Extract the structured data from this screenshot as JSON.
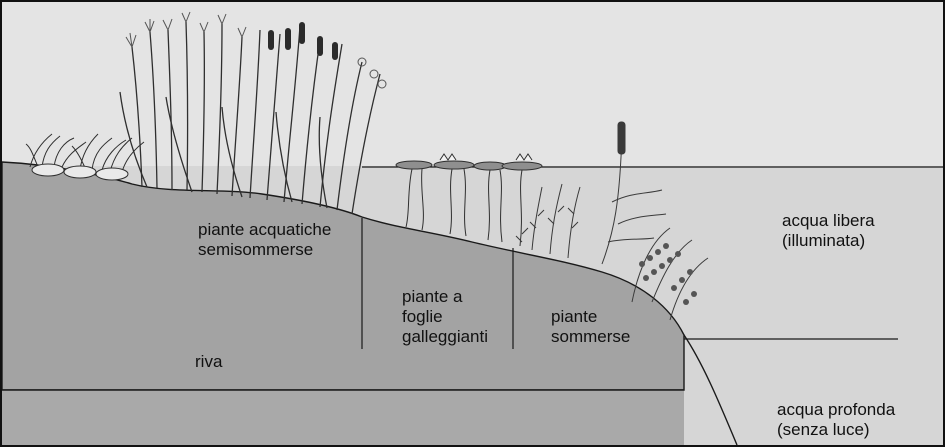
{
  "zones": {
    "semisubmerged_plants": "piante acquatiche\nsemisommerse",
    "floating_leaf_plants": "piante a\nfoglie\ngalleggianti",
    "submerged_plants": "piante\nsommerse",
    "shore": "riva",
    "open_water": "acqua libera\n(illuminata)",
    "deep_water": "acqua profonda\n(senza luce)"
  },
  "colors": {
    "sky": "#e4e4e4",
    "water": "#d4d4d4",
    "ground": "#a6a6a6",
    "lower_ground": "#9c9c9c",
    "line": "#1a1a1a",
    "plant_dark": "#2f2f2f",
    "plant_mid": "#6a6a6a"
  }
}
